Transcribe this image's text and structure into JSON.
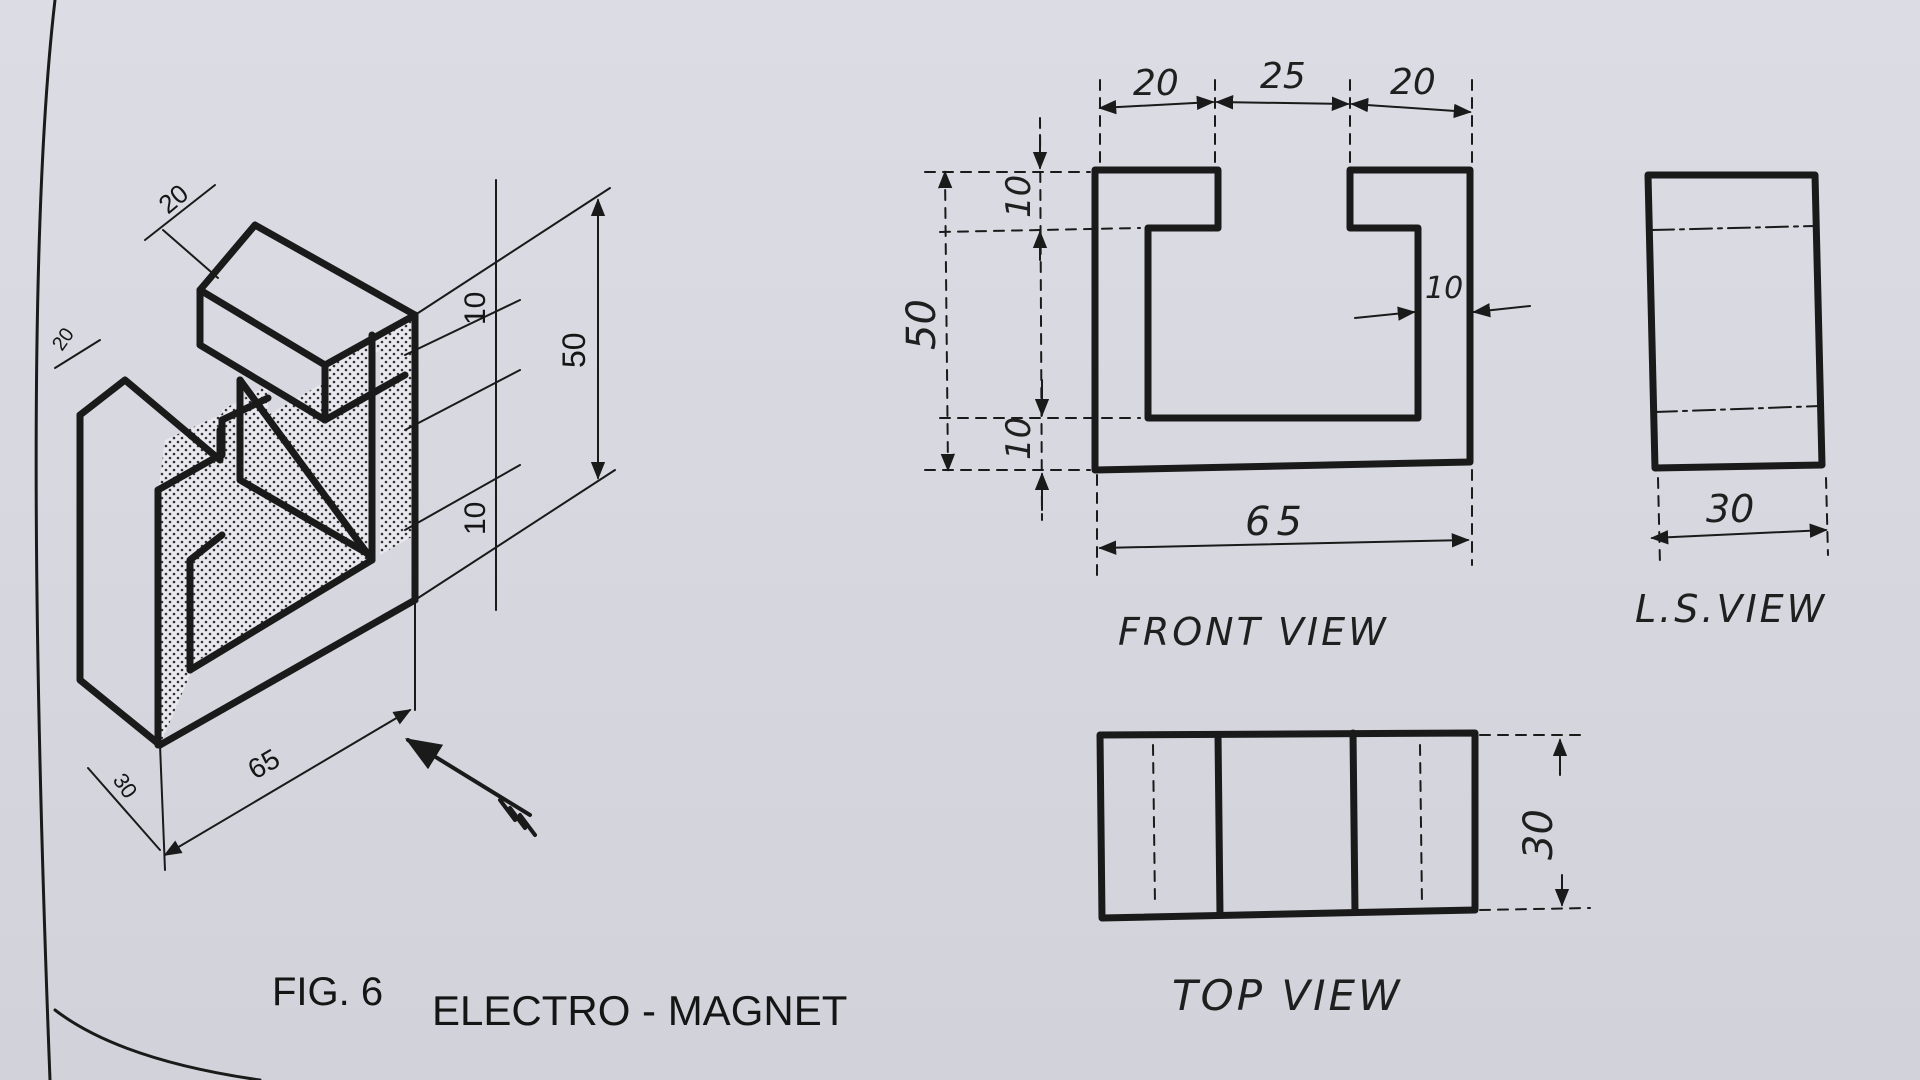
{
  "figure": {
    "number": "FIG. 6",
    "title": "ELECTRO - MAGNET"
  },
  "isometric": {
    "dims": {
      "top_20": "20",
      "left_20": "20",
      "ten_upper": "10",
      "ten_lower": "10",
      "fifty": "50",
      "sixty_five": "65",
      "thirty": "30"
    }
  },
  "front_view": {
    "label": "FRONT VIEW",
    "dims": {
      "top_left": "20",
      "top_mid": "25",
      "top_right": "20",
      "height": "50",
      "ten_top": "10",
      "ten_bottom": "10",
      "wall": "10",
      "width": "65"
    }
  },
  "side_view": {
    "label": "L.S.VIEW",
    "dims": {
      "width": "30"
    }
  },
  "top_view": {
    "label": "TOP VIEW",
    "dims": {
      "depth": "30"
    }
  }
}
